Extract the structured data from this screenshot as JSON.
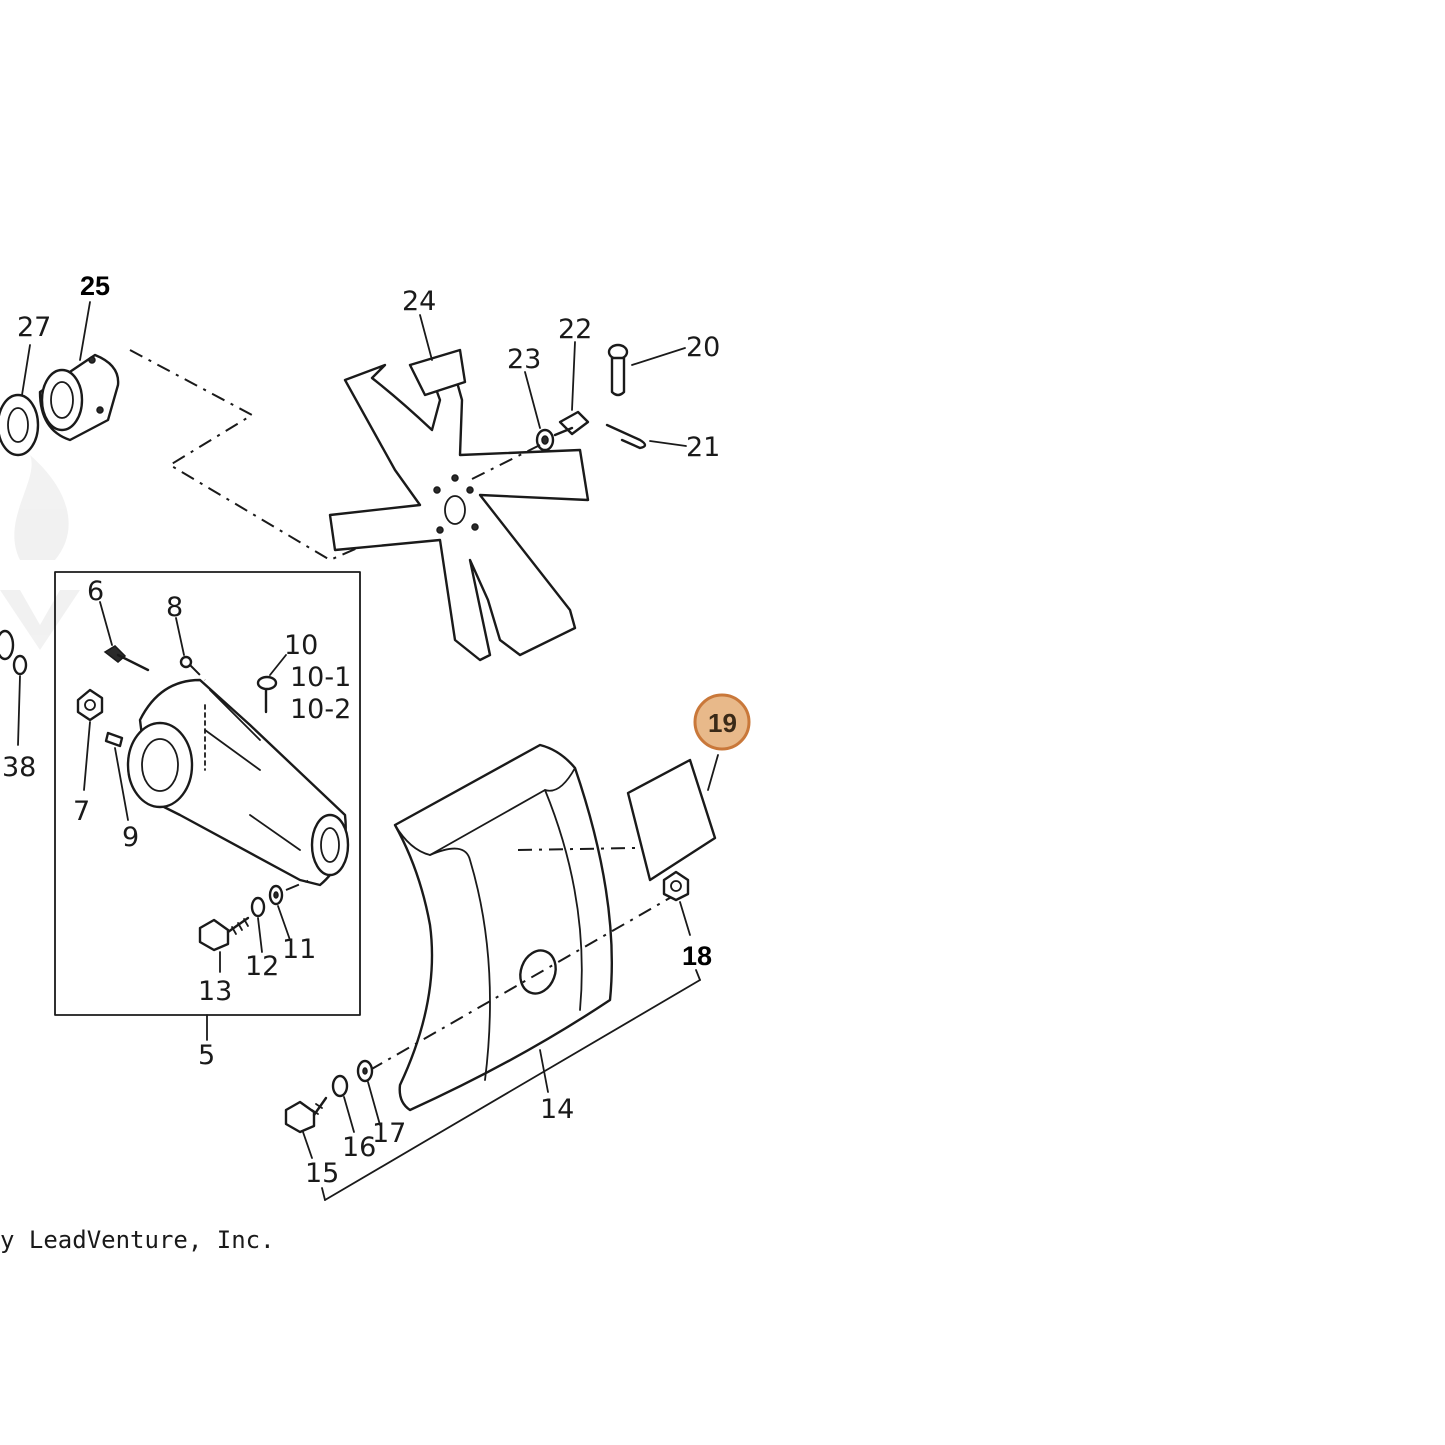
{
  "diagram": {
    "callouts": [
      {
        "id": "25",
        "text": "25",
        "bold": true
      },
      {
        "id": "27",
        "text": "27"
      },
      {
        "id": "24",
        "text": "24"
      },
      {
        "id": "23",
        "text": "23"
      },
      {
        "id": "22",
        "text": "22"
      },
      {
        "id": "20",
        "text": "20"
      },
      {
        "id": "21",
        "text": "21"
      },
      {
        "id": "6",
        "text": "6"
      },
      {
        "id": "8",
        "text": "8"
      },
      {
        "id": "10",
        "text": "10"
      },
      {
        "id": "10-1",
        "text": "10-1"
      },
      {
        "id": "10-2",
        "text": "10-2"
      },
      {
        "id": "7a",
        "text": "7"
      },
      {
        "id": "9",
        "text": "9"
      },
      {
        "id": "38",
        "text": "38"
      },
      {
        "id": "13",
        "text": "13"
      },
      {
        "id": "12",
        "text": "12"
      },
      {
        "id": "11",
        "text": "11"
      },
      {
        "id": "5",
        "text": "5"
      },
      {
        "id": "19",
        "text": "19",
        "highlighted": true
      },
      {
        "id": "18",
        "text": "18",
        "bold": true
      },
      {
        "id": "14",
        "text": "14"
      },
      {
        "id": "15",
        "text": "15"
      },
      {
        "id": "16",
        "text": "16"
      },
      {
        "id": "17",
        "text": "17"
      }
    ],
    "copyright": "y LeadVenture, Inc.",
    "highlight_color": "#e8b98a",
    "highlight_stroke": "#c9783a"
  }
}
